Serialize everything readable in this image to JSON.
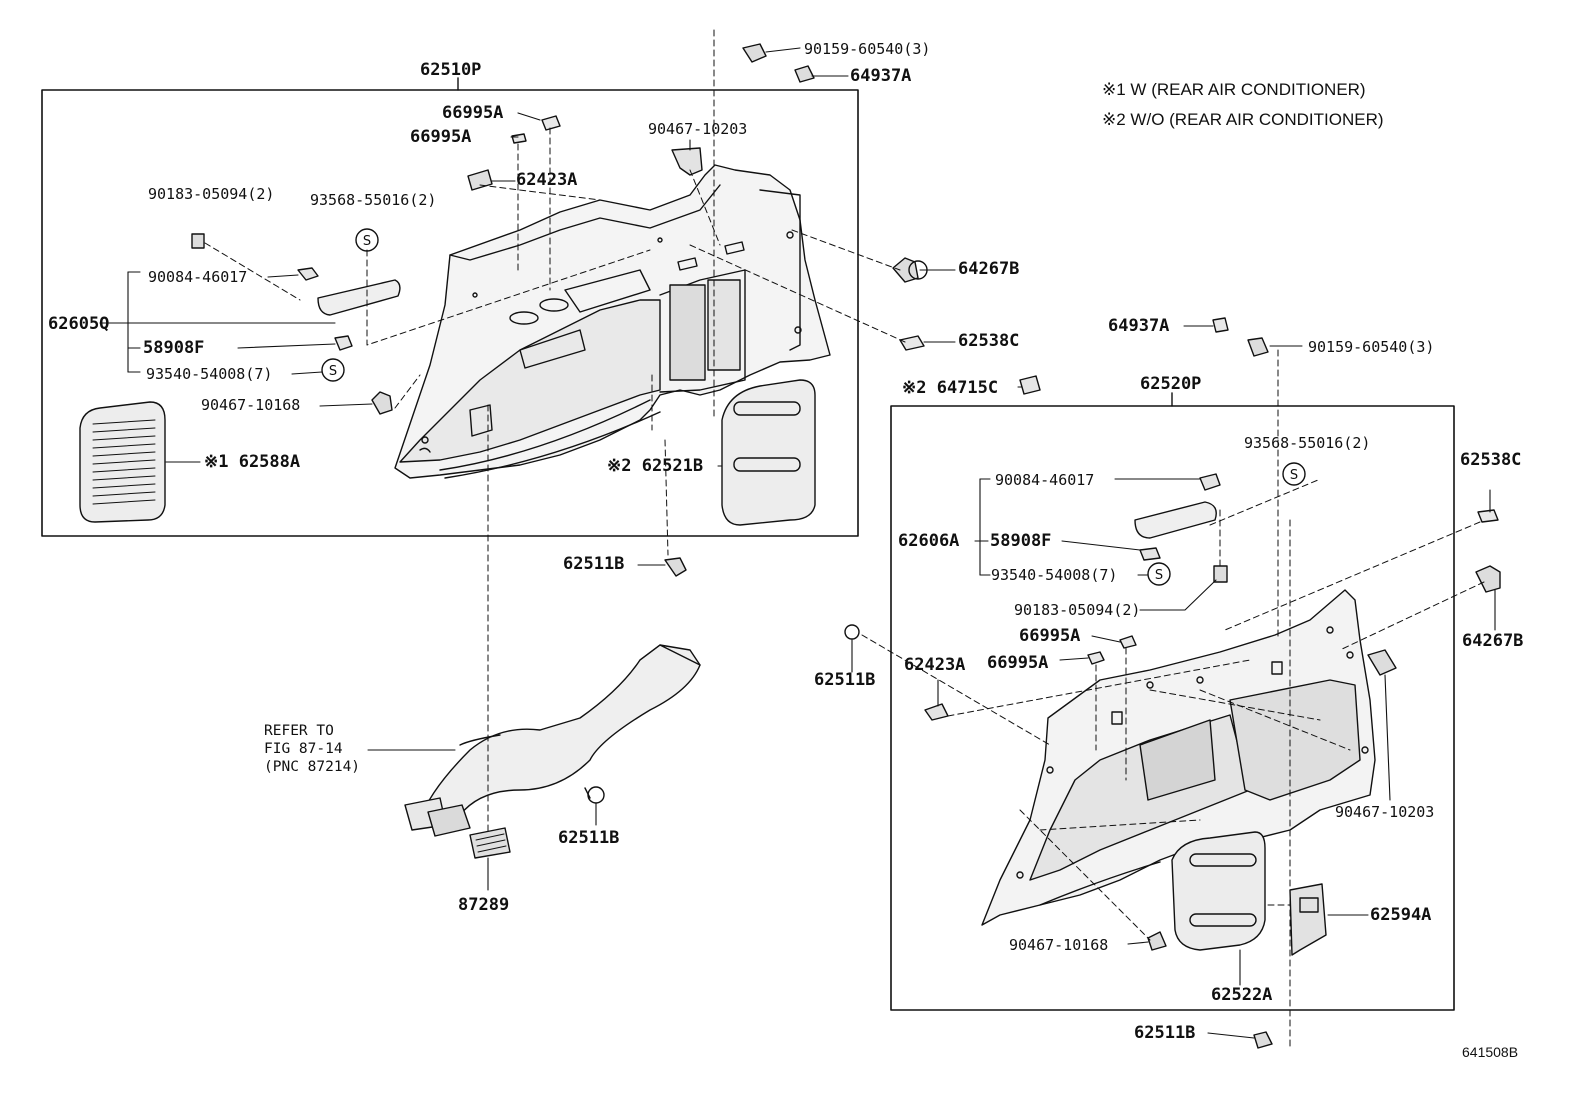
{
  "notes": [
    "※1  W (REAR AIR CONDITIONER)",
    "※2  W/O (REAR AIR CONDITIONER)"
  ],
  "groups": {
    "left": "62510P",
    "right": "62520P"
  },
  "left_parts": {
    "p90159_top": "90159-60540(3)",
    "p64937A_top": "64937A",
    "p66995A_1": "66995A",
    "p66995A_2": "66995A",
    "p90467_10203": "90467-10203",
    "p62423A": "62423A",
    "p90183": "90183-05094(2)",
    "p93568": "93568-55016(2)",
    "p64267B": "64267B",
    "p90084": "90084-46017",
    "p62605Q": "62605Q",
    "p58908F": "58908F",
    "p93540": "93540-54008(7)",
    "p62538C": "62538C",
    "p90467_10168": "90467-10168",
    "p62588A": "※1 62588A",
    "p62521B": "※2 62521B",
    "p62511B_mid": "62511B"
  },
  "right_parts": {
    "p64937A": "64937A",
    "p90159": "90159-60540(3)",
    "p64715C": "※2 64715C",
    "p93568": "93568-55016(2)",
    "p62538C": "62538C",
    "p90084": "90084-46017",
    "p62606A": "62606A",
    "p58908F": "58908F",
    "p93540": "93540-54008(7)",
    "p90183": "90183-05094(2)",
    "p64267B": "64267B",
    "p66995A_1": "66995A",
    "p66995A_2": "66995A",
    "p62511B": "62511B",
    "p62423A": "62423A",
    "p90467_10203": "90467-10203",
    "p62594A": "62594A",
    "p90467_10168": "90467-10168",
    "p62522A": "62522A",
    "p62511B_bottom": "62511B"
  },
  "duct_parts": {
    "refer": "REFER TO\nFIG 87-14\n(PNC 87214)",
    "p62511B": "62511B",
    "p87289": "87289"
  },
  "diagram_code": "641508B"
}
